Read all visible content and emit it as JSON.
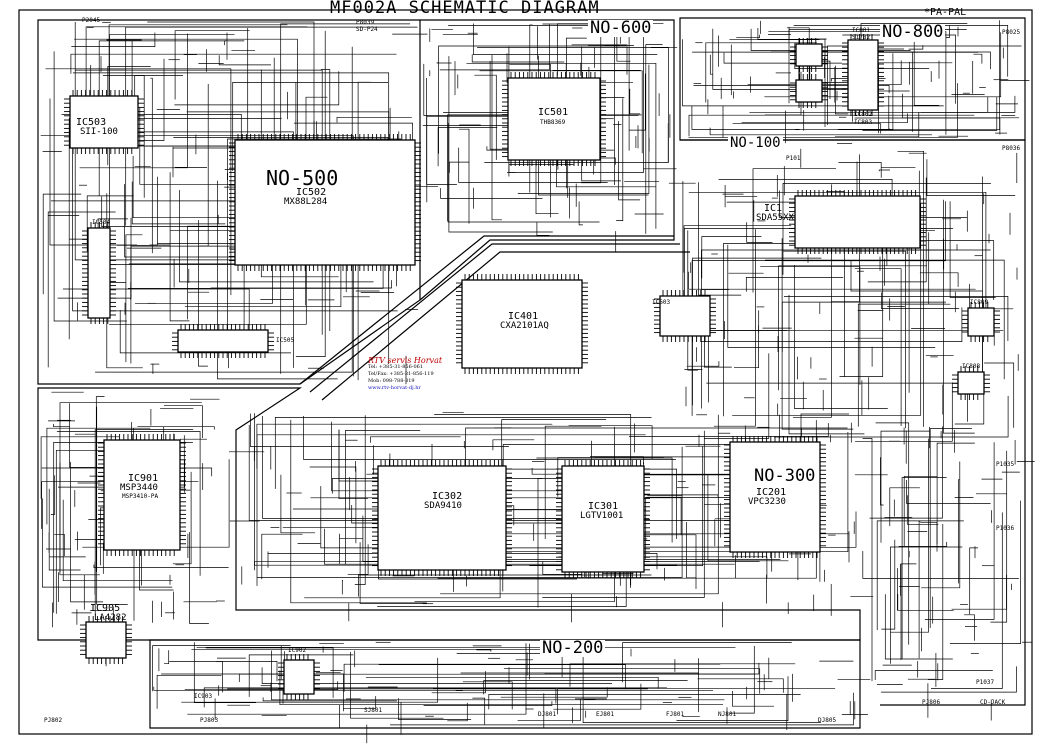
{
  "title": "MF002A SCHEMATIC DIAGRAM",
  "note_pa_pal": "*PA-PAL",
  "sections": [
    {
      "id": "no500",
      "label": "NO-500"
    },
    {
      "id": "no600",
      "label": "NO-600"
    },
    {
      "id": "no800",
      "label": "NO-800"
    },
    {
      "id": "no100",
      "label": "NO-100"
    },
    {
      "id": "no300",
      "label": "NO-300"
    },
    {
      "id": "no200",
      "label": "NO-200"
    }
  ],
  "ics": [
    {
      "ref": "IC502",
      "part": "MX88L284"
    },
    {
      "ref": "IC503",
      "part": "SII-100"
    },
    {
      "ref": "IC501",
      "part": "THB8369"
    },
    {
      "ref": "IC1",
      "part": "SDA55XX"
    },
    {
      "ref": "IC401",
      "part": "CXA2101AQ"
    },
    {
      "ref": "IC901",
      "part": "MSP3440",
      "note": "MSP3410-PA"
    },
    {
      "ref": "IC302",
      "part": "SDA9410"
    },
    {
      "ref": "IC301",
      "part": "LGTV1001"
    },
    {
      "ref": "IC201",
      "part": "VPC3230"
    },
    {
      "ref": "IC905",
      "part": "LA4282"
    }
  ],
  "refs": [
    "P2045",
    "P8039",
    "SD-P24",
    "IC504",
    "IC505",
    "IC801",
    "S1782",
    "P8025",
    "P8036",
    "P101",
    "IC603",
    "IC809",
    "IC808",
    "IC802",
    "IC803",
    "P1035",
    "P1036",
    "IC902",
    "IC903",
    "SJ801",
    "DJ801",
    "EJ801",
    "FJ801",
    "NJ801",
    "PJ802",
    "DJ805",
    "PJ806",
    "PJ803",
    "P1037",
    "IC902",
    "CD-JACK"
  ],
  "stamp": {
    "title": "RTV servis Horvat",
    "tel": "Tel:      +385-31-856-061",
    "telfax": "Tel/Fax: +385-31-856-119",
    "mob": "Mob:       098-788-319",
    "email": "www.rtv-horvat-dj.hr"
  }
}
